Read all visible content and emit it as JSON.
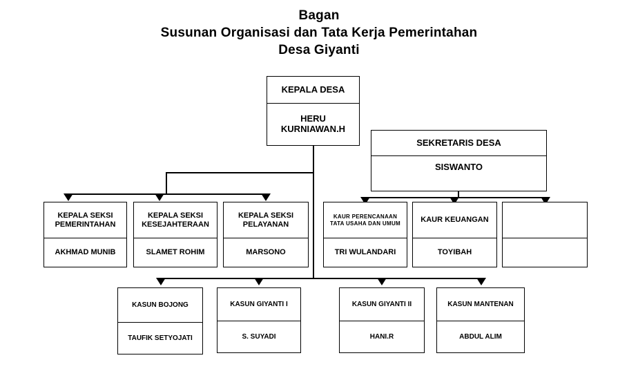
{
  "title": {
    "line1": "Bagan",
    "line2": "Susunan Organisasi dan Tata Kerja Pemerintahan",
    "line3": "Desa Giyanti"
  },
  "nodes": {
    "kepala_desa": {
      "role": "KEPALA DESA",
      "person": "HERU KURNIAWAN.H"
    },
    "sekretaris": {
      "role": "SEKRETARIS DESA",
      "person": "SISWANTO"
    },
    "seksi_pemerintahan": {
      "role": "KEPALA SEKSI PEMERINTAHAN",
      "person": "AKHMAD MUNIB"
    },
    "seksi_kesejahteraan": {
      "role": "KEPALA SEKSI KESEJAHTERAAN",
      "person": "SLAMET ROHIM"
    },
    "seksi_pelayanan": {
      "role": "KEPALA SEKSI PELAYANAN",
      "person": "MARSONO"
    },
    "kaur_perencanaan": {
      "role": "KAUR PERENCANAAN TATA USAHA DAN UMUM",
      "person": "TRI WULANDARI"
    },
    "kaur_keuangan": {
      "role": "KAUR KEUANGAN",
      "person": "TOYIBAH"
    },
    "kaur_kosong": {
      "role": "",
      "person": ""
    },
    "kasun_bojong": {
      "role": "KASUN BOJONG",
      "person": "TAUFIK SETYOJATI"
    },
    "kasun_giyanti_1": {
      "role": "KASUN GIYANTI I",
      "person": "S. SUYADI"
    },
    "kasun_giyanti_2": {
      "role": "KASUN GIYANTI II",
      "person": "HANI.R"
    },
    "kasun_mantenan": {
      "role": "KASUN MANTENAN",
      "person": "ABDUL ALIM"
    }
  },
  "colors": {
    "line": "#000000",
    "background": "#ffffff",
    "text": "#000000"
  }
}
